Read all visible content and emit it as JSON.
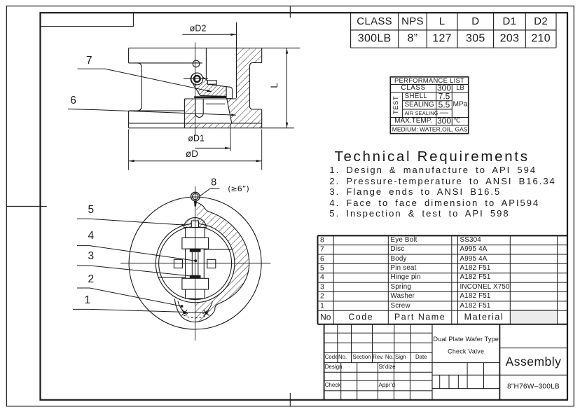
{
  "dim_table": {
    "headers": [
      "CLASS",
      "NPS",
      "L",
      "D",
      "D1",
      "D2"
    ],
    "values": [
      "300LB",
      "8”",
      "127",
      "305",
      "203",
      "210"
    ]
  },
  "performance": {
    "title": "PERFORMANCE LIST",
    "class_label": "CLASS",
    "class_value": "300",
    "class_unit": "LB",
    "test_label": "TEST",
    "shell_label": "SHELL",
    "shell_value": "7.5",
    "sealing_label": "SEALING",
    "sealing_value": "5.5",
    "air_label": "AIR SEALING",
    "air_value": "––",
    "pressure_unit": "MPa",
    "max_temp_label": "MAX.TEMP.",
    "max_temp_value": "300",
    "max_temp_unit": "℃",
    "medium": "MEDIUM: WATER,OIL, GAS"
  },
  "tech_requirements": {
    "title": "Technical Requirements",
    "items": [
      "1. Design & manufacture to API 594",
      "2. Pressure-temperature to ANSI B16.34",
      "3. Flange ends to ANSI B16.5",
      "4. Face to face dimension to API594",
      "5. Inspection & test to API 598"
    ]
  },
  "parts_table": {
    "rows": [
      {
        "no": "8",
        "name": "Eye Bolt",
        "material": "SS304"
      },
      {
        "no": "7",
        "name": "Disc",
        "material": "A995 4A"
      },
      {
        "no": "6",
        "name": "Body",
        "material": "A995 4A"
      },
      {
        "no": "5",
        "name": "Pin seat",
        "material": "A182 F51"
      },
      {
        "no": "4",
        "name": "Hinge pin",
        "material": "A182 F51"
      },
      {
        "no": "3",
        "name": "Spring",
        "material": "INCONEL X750"
      },
      {
        "no": "2",
        "name": "Washer",
        "material": "A182 F51"
      },
      {
        "no": "1",
        "name": "Screw",
        "material": "A182 F51"
      }
    ],
    "footer": {
      "no": "No",
      "code": "Code",
      "part_name": "Part Name",
      "material": "Material"
    }
  },
  "title_block": {
    "rev_headers": [
      "Code",
      "No.",
      "Section",
      "Rev. No.",
      "Sign",
      "Date"
    ],
    "design_label": "Design",
    "stdize_label": "St’dize",
    "check_label": "Check",
    "approve_label": "Appr’d",
    "product_line1": "Dual Plate Wafer Type",
    "product_line2": "Check Valve",
    "view_name": "Assembly",
    "drawing_no": "8”H76W–300LB"
  },
  "drawing_labels": {
    "dia_d2": "øD2",
    "dia_d1": "øD1",
    "dia_d": "øD",
    "length": "L",
    "balloon_8": "8",
    "balloon_7": "7",
    "balloon_6": "6",
    "balloon_5": "5",
    "balloon_4": "4",
    "balloon_3": "3",
    "balloon_2": "2",
    "balloon_1": "1",
    "eyebolt_note": "(≥6”)"
  }
}
